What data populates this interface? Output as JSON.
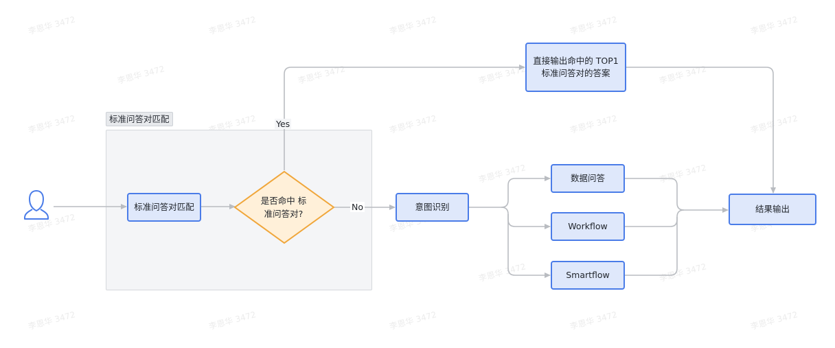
{
  "group": {
    "label": "标准问答对匹配"
  },
  "nodes": {
    "match": "标准问答对匹配",
    "decision": "是否命中 标\n准问答对?",
    "direct_output": "直接输出命中的 TOP1\n标准问答对的答案",
    "intent": "意图识别",
    "data_qa": "数据问答",
    "workflow": "Workflow",
    "smartflow": "Smartflow",
    "result": "结果输出"
  },
  "edges": {
    "yes": "Yes",
    "no": "No"
  },
  "watermark": "李恩华 3472",
  "icons": {
    "user": "user-icon"
  },
  "colors": {
    "node_fill": "#dfe8fb",
    "node_border": "#4a7ce8",
    "decision_fill": "#fff0d9",
    "decision_border": "#f0a63a",
    "edge": "#b9bcc1",
    "user_icon": "#4a7ce8"
  }
}
